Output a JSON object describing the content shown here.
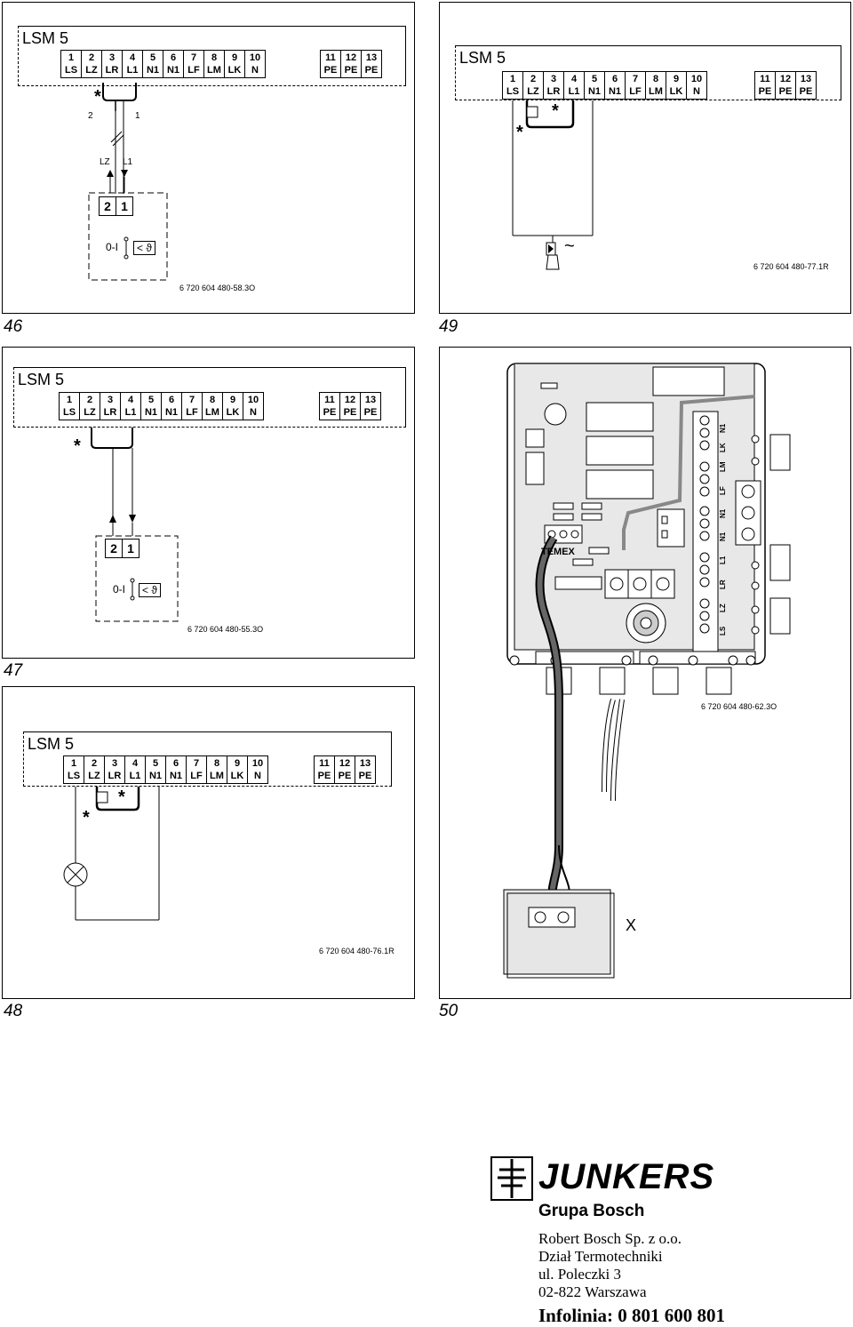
{
  "panels": [
    {
      "id": "46",
      "fig_label": "46",
      "code": "6 720 604 480-58.3O"
    },
    {
      "id": "49",
      "fig_label": "49",
      "code": "6 720 604 480-77.1R"
    },
    {
      "id": "47",
      "fig_label": "47",
      "code": "6 720 604 480-55.3O"
    },
    {
      "id": "50",
      "fig_label": "50",
      "code": "6 720 604 480-62.3O"
    },
    {
      "id": "48",
      "fig_label": "48",
      "code": "6 720 604 480-76.1R"
    }
  ],
  "module": {
    "title": "LSM 5",
    "terminals": [
      {
        "num": "1",
        "name": "LS"
      },
      {
        "num": "2",
        "name": "LZ"
      },
      {
        "num": "3",
        "name": "LR"
      },
      {
        "num": "4",
        "name": "L1"
      },
      {
        "num": "5",
        "name": "N1"
      },
      {
        "num": "6",
        "name": "N1"
      },
      {
        "num": "7",
        "name": "LF"
      },
      {
        "num": "8",
        "name": "LM"
      },
      {
        "num": "9",
        "name": "LK"
      },
      {
        "num": "10",
        "name": "N"
      }
    ],
    "pe_terminals": [
      {
        "num": "11",
        "name": "PE"
      },
      {
        "num": "12",
        "name": "PE"
      },
      {
        "num": "13",
        "name": "PE"
      }
    ]
  },
  "fig46": {
    "wire_left": "2",
    "wire_right": "1",
    "lz": "LZ",
    "l1": "L1",
    "pair_left": "2",
    "pair_right": "1",
    "switch": "0-I",
    "thermo": "< ϑ",
    "star": "*"
  },
  "fig47": {
    "pair_left": "2",
    "pair_right": "1",
    "switch": "0-I",
    "thermo": "< ϑ",
    "star": "*"
  },
  "fig48": {
    "star": "*"
  },
  "fig49": {
    "star": "*",
    "tilde": "~"
  },
  "fig50": {
    "temex": "TEMEX",
    "x_label": "X",
    "strip_labels": [
      "N1",
      "LK",
      "LM",
      "LF",
      "N1",
      "N1",
      "L1",
      "LR",
      "LZ",
      "LS"
    ]
  },
  "footer": {
    "brand": "JUNKERS",
    "group": "Grupa Bosch",
    "address": [
      "Robert Bosch Sp. z o.o.",
      "Dział Termotechniki",
      "ul. Poleczki 3",
      "02-822 Warszawa"
    ],
    "hotline": "Infolinia: 0 801 600 801"
  }
}
